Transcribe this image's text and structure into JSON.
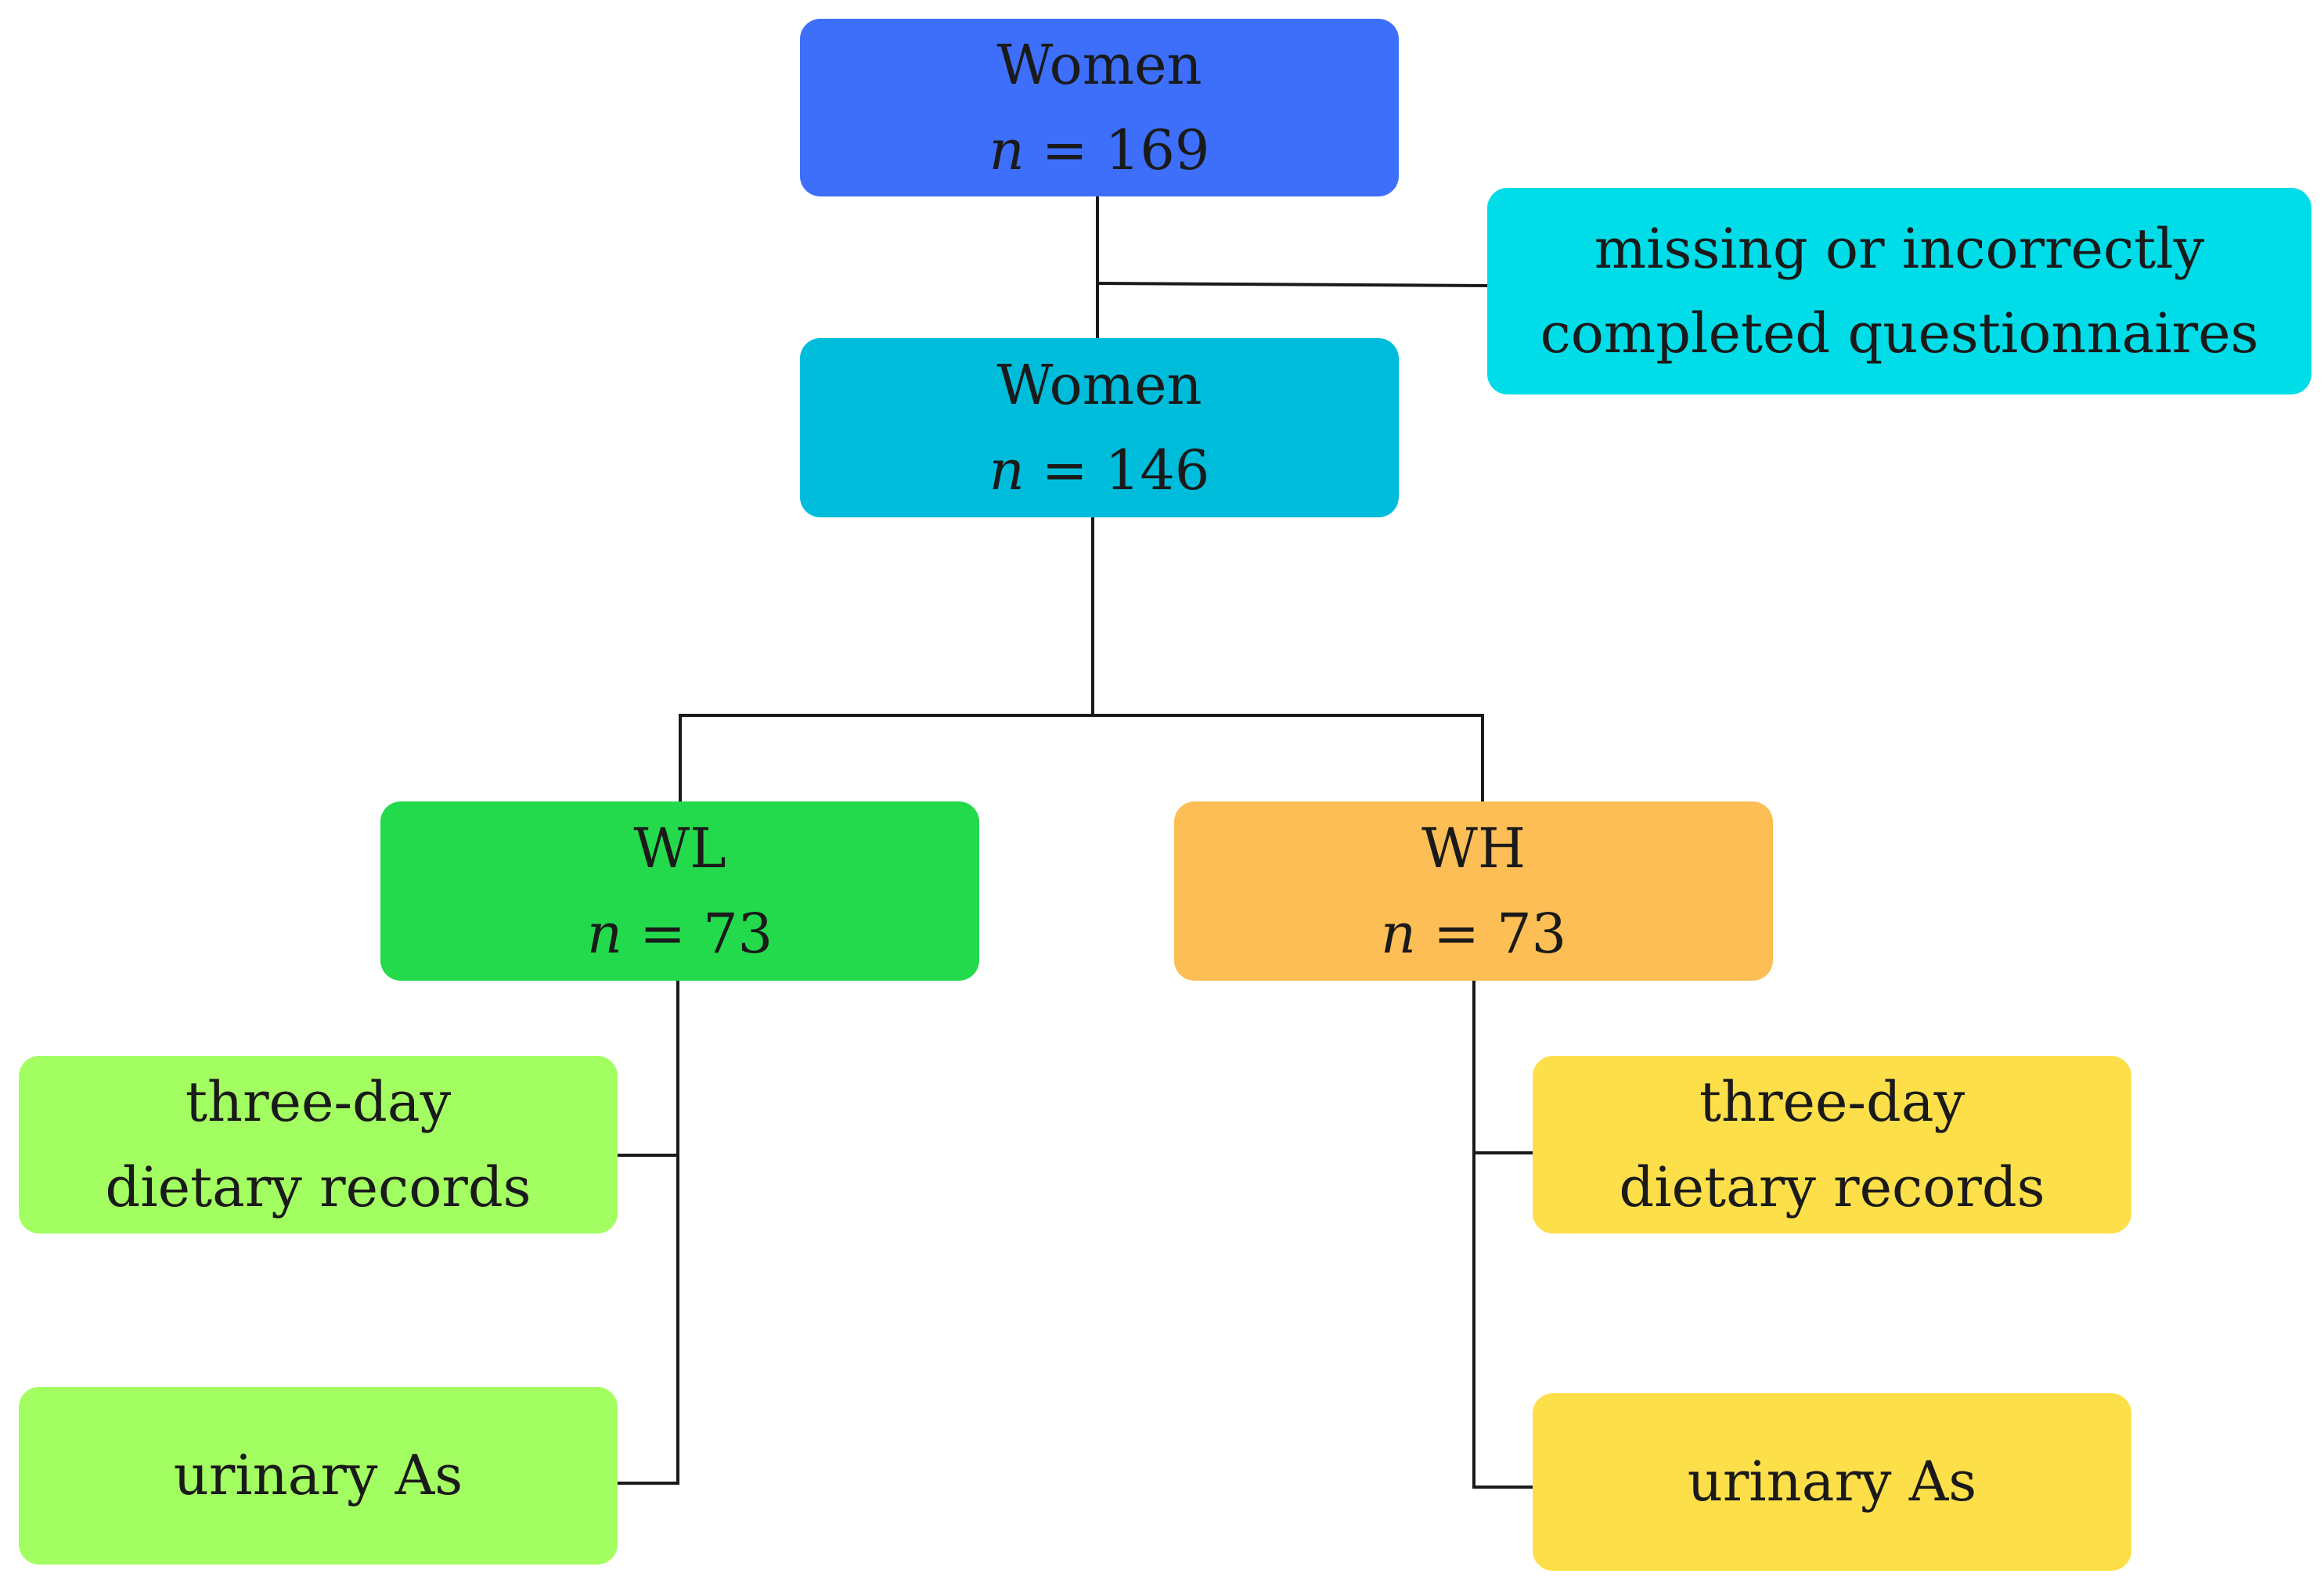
{
  "nodes": {
    "women_initial": {
      "line1": "Women",
      "n_symbol": "n",
      "n_value": "= 169",
      "color": "#3d6ffb"
    },
    "excluded": {
      "line1": "missing or incorrectly",
      "line2": "completed questionnaires",
      "color": "#00dde8"
    },
    "women_final": {
      "line1": "Women",
      "n_symbol": "n",
      "n_value": "= 146",
      "color": "#00bcdb"
    },
    "wl": {
      "line1": "WL",
      "n_symbol": "n",
      "n_value": "= 73",
      "color": "#23da4c"
    },
    "wh": {
      "line1": "WH",
      "n_symbol": "n",
      "n_value": "= 73",
      "color": "#fdbf55"
    },
    "wl_diet": {
      "line1": "three-day",
      "line2": "dietary records",
      "color": "#a3fe62"
    },
    "wl_urine": {
      "line1": "urinary As",
      "color": "#a3fe62"
    },
    "wh_diet": {
      "line1": "three-day",
      "line2": "dietary records",
      "color": "#fddf4a"
    },
    "wh_urine": {
      "line1": "urinary As",
      "color": "#fddf4a"
    }
  },
  "edges": [
    {
      "from": "women_initial",
      "to": "women_final"
    },
    {
      "from": "women_initial",
      "to": "excluded"
    },
    {
      "from": "women_final",
      "to": "wl"
    },
    {
      "from": "women_final",
      "to": "wh"
    },
    {
      "from": "wl",
      "to": "wl_diet"
    },
    {
      "from": "wl",
      "to": "wl_urine"
    },
    {
      "from": "wh",
      "to": "wh_diet"
    },
    {
      "from": "wh",
      "to": "wh_urine"
    }
  ]
}
